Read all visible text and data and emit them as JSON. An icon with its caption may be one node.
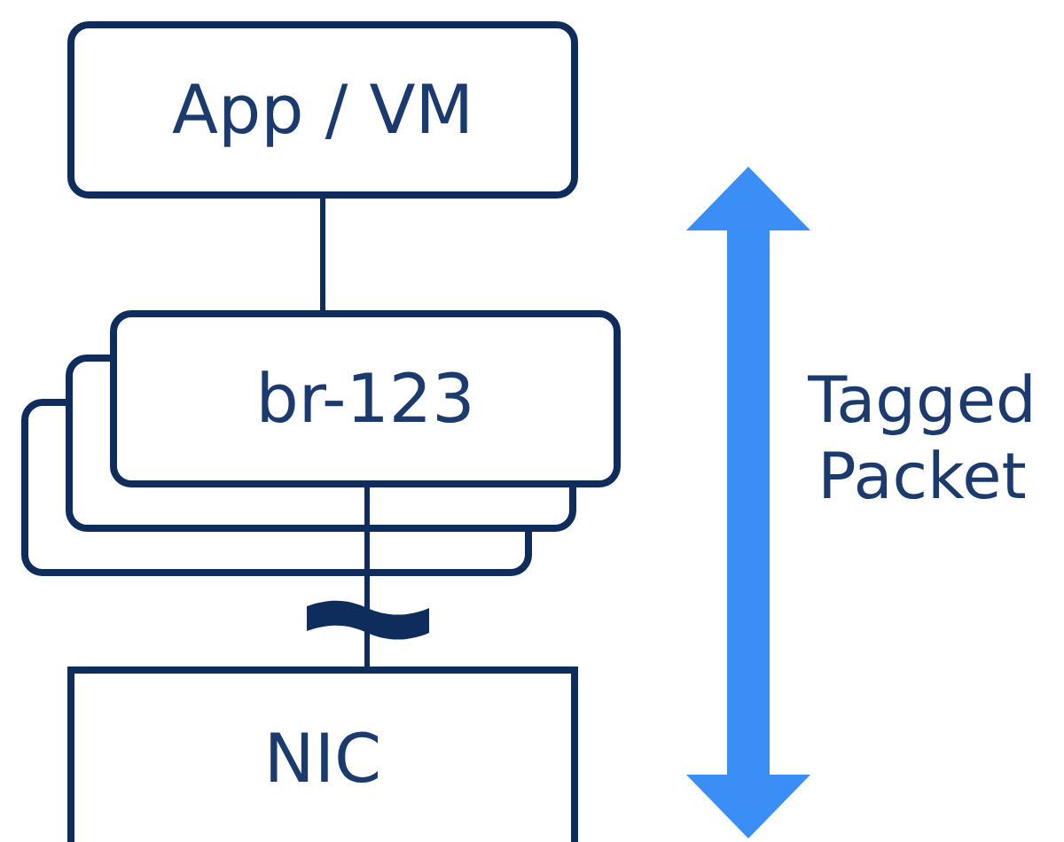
{
  "diagram": {
    "nodes": [
      {
        "text": [
          "App / VM"
        ]
      },
      {
        "text": [
          "br-123"
        ]
      },
      {
        "text": [
          "NIC"
        ]
      }
    ],
    "edges": [
      {
        "from": 0,
        "to": 1,
        "arrow": "none"
      },
      {
        "from": 1,
        "to": 2,
        "arrow": "none"
      }
    ],
    "labels": [
      "Tagged Packet"
    ]
  }
}
